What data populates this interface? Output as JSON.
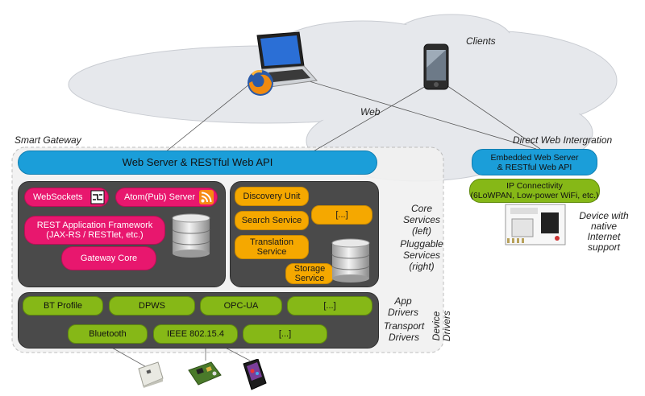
{
  "labels": {
    "clients": "Clients",
    "web": "Web",
    "smart_gateway": "Smart Gateway",
    "direct_web_integration": "Direct Web Intergration",
    "core_services": "Core\nServices\n(left)",
    "pluggable_services": "Pluggable\nServices\n(right)",
    "app_drivers": "App\nDrivers",
    "transport_drivers": "Transport\nDrivers",
    "device_drivers": "Device\nDrivers",
    "device_native": "Device with\nnative\nInternet\nsupport"
  },
  "gateway": {
    "web_server": "Web Server & RESTful Web API",
    "websockets": "WebSockets",
    "atompub": "Atom(Pub) Server",
    "rest_framework": "REST Application Framework\n(JAX-RS / RESTlet, etc.)",
    "gateway_core": "Gateway Core",
    "discovery": "Discovery Unit",
    "search": "Search Service",
    "translation": "Translation\nService",
    "pluggable_more": "[...]",
    "storage": "Storage\nService",
    "app_drivers": [
      "BT Profile",
      "DPWS",
      "OPC-UA",
      "[...]"
    ],
    "transport_drivers": [
      "Bluetooth",
      "IEEE 802.15.4",
      "[...]"
    ]
  },
  "embedded": {
    "web_server": "Embedded Web Server\n& RESTful Web API",
    "ip": "IP Connectivity\n(6LoWPAN, Low-power WiFi, etc.)"
  },
  "colors": {
    "pink": "#e8176e",
    "orange": "#f5a800",
    "green": "#86b817",
    "blue": "#1b9ed9",
    "panel": "#4a4a4a"
  },
  "icons": [
    "laptop-icon",
    "firefox-icon",
    "smartphone-icon",
    "rss-icon",
    "websocket-icon",
    "database-icon",
    "sensor-node-icon",
    "circuit-board-icon",
    "mobile-device-icon",
    "embedded-board-icon"
  ]
}
